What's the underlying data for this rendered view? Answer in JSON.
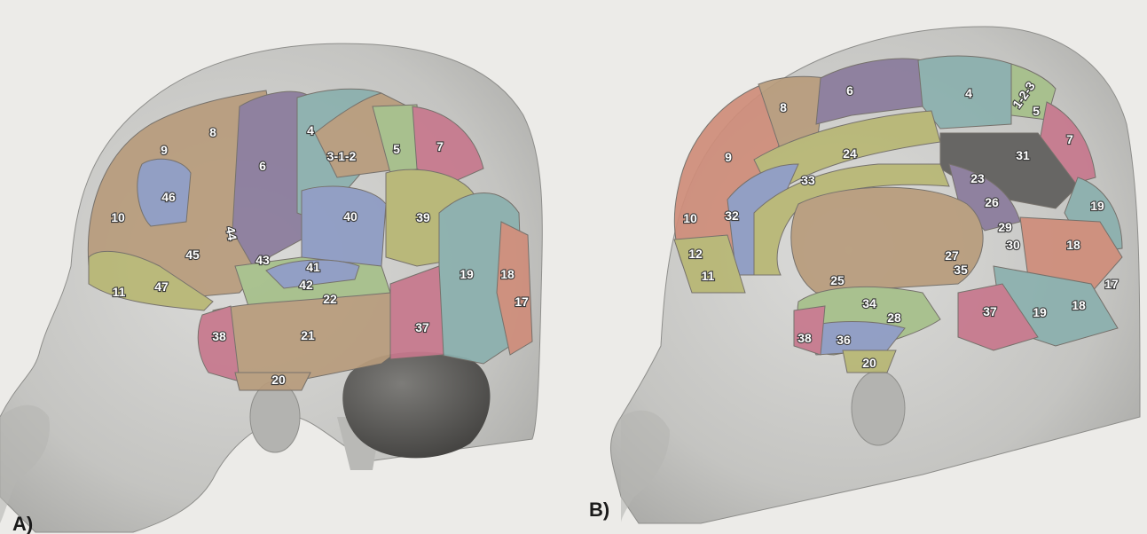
{
  "panels": [
    {
      "id": "A",
      "label": "A)"
    },
    {
      "id": "B",
      "label": "B)"
    }
  ],
  "colors": {
    "background": "#ecebe8",
    "head_skin": "#c9c9c6",
    "cerebellum": "#5f5e5c",
    "region_tan": "#b89c7c",
    "region_purple": "#8a7b9c",
    "region_teal": "#8bb0ae",
    "region_olive": "#b8b774",
    "region_green": "#a6c08a",
    "region_blue": "#8d9bc4",
    "region_pink": "#c7788d",
    "region_salmon": "#cf8d7a"
  },
  "panel_a_areas": [
    "9",
    "8",
    "4",
    "3-1-2",
    "5",
    "7",
    "46",
    "6",
    "10",
    "44",
    "40",
    "39",
    "45",
    "43",
    "41",
    "42",
    "19",
    "18",
    "11",
    "47",
    "22",
    "17",
    "21",
    "38",
    "37",
    "20"
  ],
  "panel_b_areas": [
    "6",
    "4",
    "1-2-3",
    "8",
    "5",
    "7",
    "9",
    "24",
    "31",
    "33",
    "23",
    "26",
    "10",
    "32",
    "19",
    "29",
    "30",
    "18",
    "12",
    "27",
    "35",
    "11",
    "25",
    "17",
    "34",
    "28",
    "37",
    "19",
    "18",
    "38",
    "36",
    "20"
  ]
}
